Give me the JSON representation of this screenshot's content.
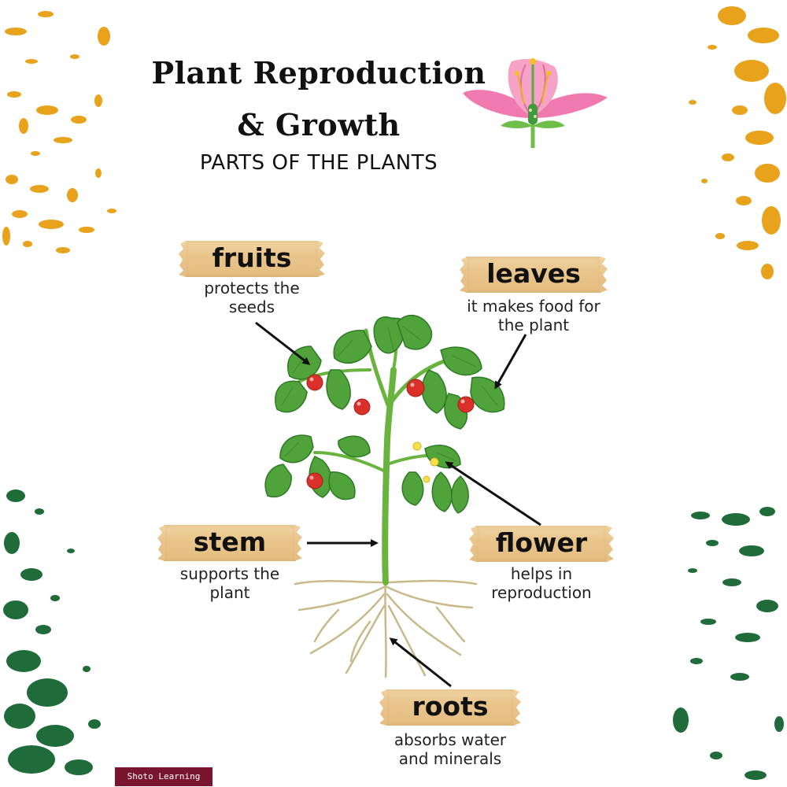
{
  "title": {
    "line1": "Plant Reproduction",
    "line2": "& Growth",
    "subtitle": "PARTS OF THE PLANTS"
  },
  "parts": {
    "fruits": {
      "label": "fruits",
      "description_line1": "protects the",
      "description_line2": "seeds"
    },
    "leaves": {
      "label": "leaves",
      "description_line1": "it makes food for",
      "description_line2": "the plant"
    },
    "stem": {
      "label": "stem",
      "description_line1": "supports the",
      "description_line2": "plant"
    },
    "flower": {
      "label": "flower",
      "description_line1": "helps in",
      "description_line2": "reproduction"
    },
    "roots": {
      "label": "roots",
      "description_line1": "absorbs water",
      "description_line2": "and minerals"
    }
  },
  "brand": {
    "label": "Shoto Learning",
    "color": "#7a1530"
  },
  "colors": {
    "orange_splatter": "#e8a21b",
    "green_splatter": "#1f6b3a",
    "tag_fill": "#e9c48a",
    "leaf": "#4fa33a",
    "tomato": "#d9302a",
    "flower_petal": "#f07ab0"
  }
}
